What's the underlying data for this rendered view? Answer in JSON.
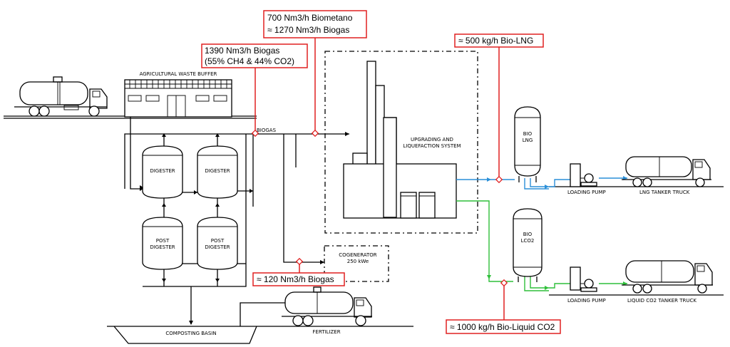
{
  "callouts": {
    "biomethane_line1": "700 Nm3/h Biometano",
    "biomethane_line2": "≈ 1270 Nm3/h Biogas",
    "biogas_line1": "1390 Nm3/h Biogas",
    "biogas_line2": "(55% CH4 & 44% CO2)",
    "bio_lng": "≈ 500 kg/h Bio-LNG",
    "cogen_biogas": "≈ 120 Nm3/h Biogas",
    "bio_lco2": "≈ 1000 kg/h Bio-Liquid CO2"
  },
  "labels": {
    "agri_buffer": "AGRICULTURAL WASTE BUFFER",
    "biogas": "BIOGAS",
    "digester_1": "DIGESTER",
    "digester_2": "DIGESTER",
    "post_digester_1_a": "POST",
    "post_digester_1_b": "DIGESTER",
    "post_digester_2_a": "POST",
    "post_digester_2_b": "DIGESTER",
    "upgrading_1": "UPGRADING AND",
    "upgrading_2": "LIQUEFACTION SYSTEM",
    "cogen_1": "COGENERATOR",
    "cogen_2": "250 kWe",
    "bio_lng_tank_1": "BIO",
    "bio_lng_tank_2": "LNG",
    "bio_lco2_tank_1": "BIO",
    "bio_lco2_tank_2": "LCO2",
    "loading_pump_1": "LOADING PUMP",
    "loading_pump_2": "LOADING PUMP",
    "lng_truck": "LNG TANKER TRUCK",
    "lco2_truck": "LIQUID CO2 TANKER TRUCK",
    "composting_basin": "COMPOSTING BASIN",
    "fertilizer": "FERTILIZER"
  },
  "colors": {
    "callout_border": "#e02020",
    "lng_line": "#2a8fd8",
    "co2_line": "#2fbf3a"
  }
}
